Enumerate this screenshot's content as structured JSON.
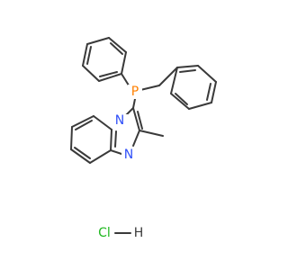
{
  "molecule": {
    "atoms": [
      {
        "id": "P",
        "label": "P",
        "color": "#ff8000"
      },
      {
        "id": "N1",
        "label": "N",
        "color": "#3050f8"
      },
      {
        "id": "N2",
        "label": "N",
        "color": "#3050f8"
      }
    ],
    "salt": {
      "left": "Cl",
      "right": "H",
      "color": "#1fb81f"
    },
    "bond_color": "#3a3a3a"
  }
}
